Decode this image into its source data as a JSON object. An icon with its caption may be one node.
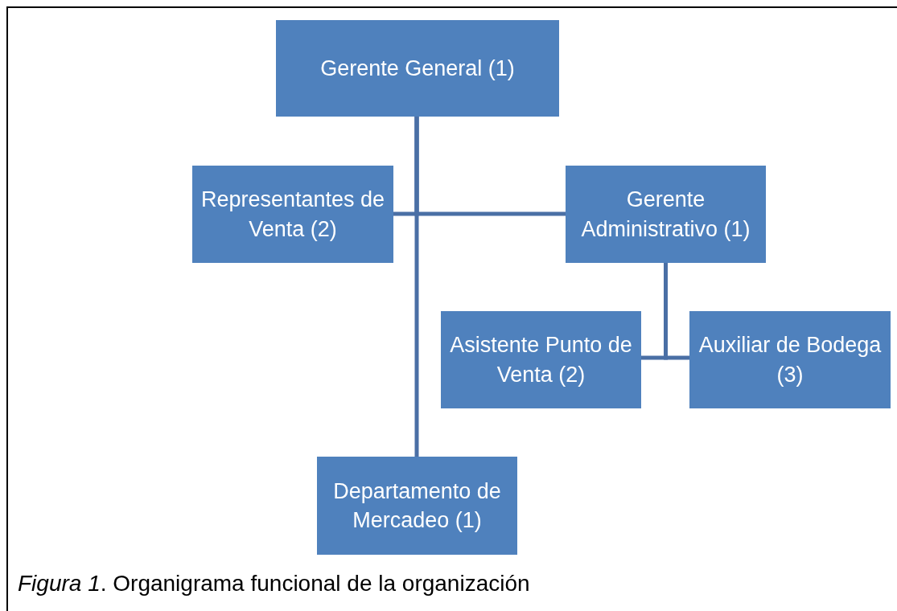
{
  "diagram": {
    "caption": "*Figura 1*. Organigrama funcional de la organización",
    "nodes": [
      {
        "text": [
          "Gerente General (1)"
        ]
      },
      {
        "text": [
          "Representantes de Venta (2)"
        ]
      },
      {
        "text": [
          "Gerente Administrativo (1)"
        ]
      },
      {
        "text": [
          "Asistente Punto de Venta (2)"
        ]
      },
      {
        "text": [
          "Auxiliar de Bodega (3)"
        ]
      },
      {
        "text": [
          "Departamento de Mercadeo (1)"
        ]
      }
    ],
    "edges": [
      {
        "from": 0,
        "to": 1,
        "arrow": "none"
      },
      {
        "from": 0,
        "to": 2,
        "arrow": "none"
      },
      {
        "from": 0,
        "to": 5,
        "arrow": "none"
      },
      {
        "from": 2,
        "to": 3,
        "arrow": "none"
      },
      {
        "from": 2,
        "to": 4,
        "arrow": "none"
      }
    ]
  }
}
